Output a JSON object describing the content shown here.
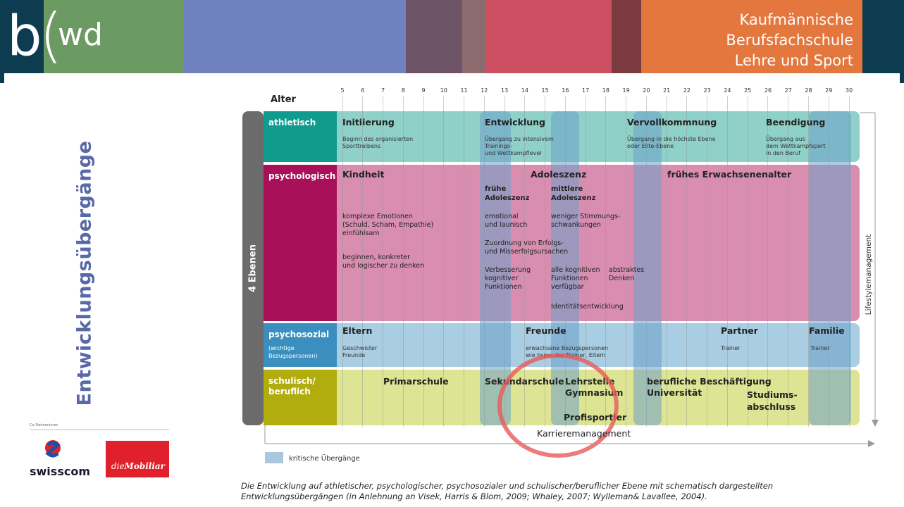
{
  "header": {
    "logo_b": "b",
    "logo_paren": "(",
    "logo_wd": "wd",
    "school_lines": [
      "Kaufmännische",
      "Berufsfachschule",
      "Lehre und Sport"
    ],
    "segment_colors": [
      "#6b9a62",
      "#6f82bf",
      "#6c5466",
      "#8d6a6e",
      "#cc5061",
      "#7b3a40",
      "#e3773d",
      "#0d3b4f"
    ]
  },
  "sidebar": {
    "vertical_title": "Entwicklungsübergänge",
    "partners_caption": "Co-Partnerinnen",
    "swisscom": "swisscom",
    "mobiliar_prefix": "die",
    "mobiliar_name": "Mobiliar"
  },
  "diagram": {
    "age_label": "Alter",
    "ages": [
      "5",
      "6",
      "7",
      "8",
      "9",
      "10",
      "11",
      "12",
      "13",
      "14",
      "15",
      "16",
      "17",
      "18",
      "19",
      "20",
      "21",
      "22",
      "23",
      "24",
      "25",
      "26",
      "27",
      "28",
      "29",
      "30"
    ],
    "side_label": "4 Ebenen",
    "right_label": "Lifestylemanagement",
    "bottom_label": "Karrieremanagement",
    "legend": "kritische Übergänge",
    "athletisch": {
      "label": "athletisch",
      "phases": [
        {
          "head": "Initiierung",
          "text": "Beginn des organisierten\nSporttreibens"
        },
        {
          "head": "Entwicklung",
          "text": "Übergang zu intensivem\nTrainings-\nund Wettkampflevel"
        },
        {
          "head": "Vervollkommnung",
          "text": "Übergang in die höchste Ebene\noder Elite-Ebene"
        },
        {
          "head": "Beendigung",
          "text": "Übergang aus\ndem Wettkampfsport\nin den Beruf"
        }
      ]
    },
    "psychologisch": {
      "label": "psychologisch",
      "kindheit": "Kindheit",
      "adoleszenz": "Adoleszenz",
      "erwachsen": "frühes Erwachsenenalter",
      "kind_text1": "komplexe Emotionen\n(Schuld, Scham, Empathie)\neinfühlsam",
      "kind_text2": "beginnen, konkreter\nund logischer zu denken",
      "fruehe": "frühe\nAdoleszenz",
      "mittlere": "mittlere\nAdoleszenz",
      "emotional": "emotional\nund launisch",
      "stimmung": "weniger Stimmungs-\nschwankungen",
      "zuordnung": "Zuordnung von Erfolgs-\nund Misserfolgsursachen",
      "verbesserung": "Verbesserung\nkognitiver\nFunktionen",
      "kognitiv": "alle kognitiven\nFunktionen\nverfügbar",
      "abstrakt": "abstraktes\nDenken",
      "identitaet": "Identitätsentwicklung"
    },
    "psychosozial": {
      "label": "psychosozial",
      "sublabel": "(wichtige\nBezugspersonen)",
      "eltern": "Eltern",
      "eltern_text": "Geschwister\nFreunde",
      "freunde": "Freunde",
      "freunde_text": "erwachsene Bezugspersonen\nwie bspw. der Trainer, Eltern",
      "partner": "Partner",
      "partner_text": "Trainer",
      "familie": "Familie",
      "familie_text": "Trainer"
    },
    "schulisch": {
      "label": "schulisch/\nberuflich",
      "primar": "Primarschule",
      "sekundar": "Sekundarschule",
      "lehrstelle": "Lehrstelle",
      "gymnasium": "Gymnasium",
      "profi": "Profisportler",
      "beschaeftigung": "berufliche Beschäftigung",
      "universitaet": "Universität",
      "studium": "Studiums-\nabschluss"
    }
  },
  "caption": "Die Entwicklung auf athletischer, psychologischer, psychosozialer und schulischer/beruflicher Ebene mit schematisch dargestellten\nEntwicklungsübergängen (in Anlehnung an Visek, Harris & Blom, 2009; Whaley, 2007; Wylleman& Lavallee, 2004)."
}
